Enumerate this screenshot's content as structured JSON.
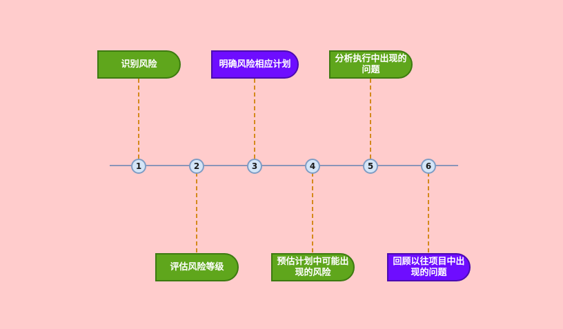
{
  "nodes": [
    {
      "num": "1",
      "label": "识别风险",
      "color": "#5fa61c"
    },
    {
      "num": "2",
      "label": "评估风险等级",
      "color": "#5fa61c"
    },
    {
      "num": "3",
      "label": "明确风险相应计划",
      "color": "#6e0dff"
    },
    {
      "num": "4",
      "label": "预估计划中可能出现的风险",
      "color": "#5fa61c"
    },
    {
      "num": "5",
      "label": "分析执行中出现的问题",
      "color": "#5fa61c"
    },
    {
      "num": "6",
      "label": "回顾以往项目中出现的问题",
      "color": "#6e0dff"
    }
  ],
  "colors": {
    "background": "#ffcccc",
    "timeline": "#8a94b8",
    "connector": "#d4891c",
    "node_fill": "#d4e5f7",
    "node_border": "#7e9cc4"
  }
}
